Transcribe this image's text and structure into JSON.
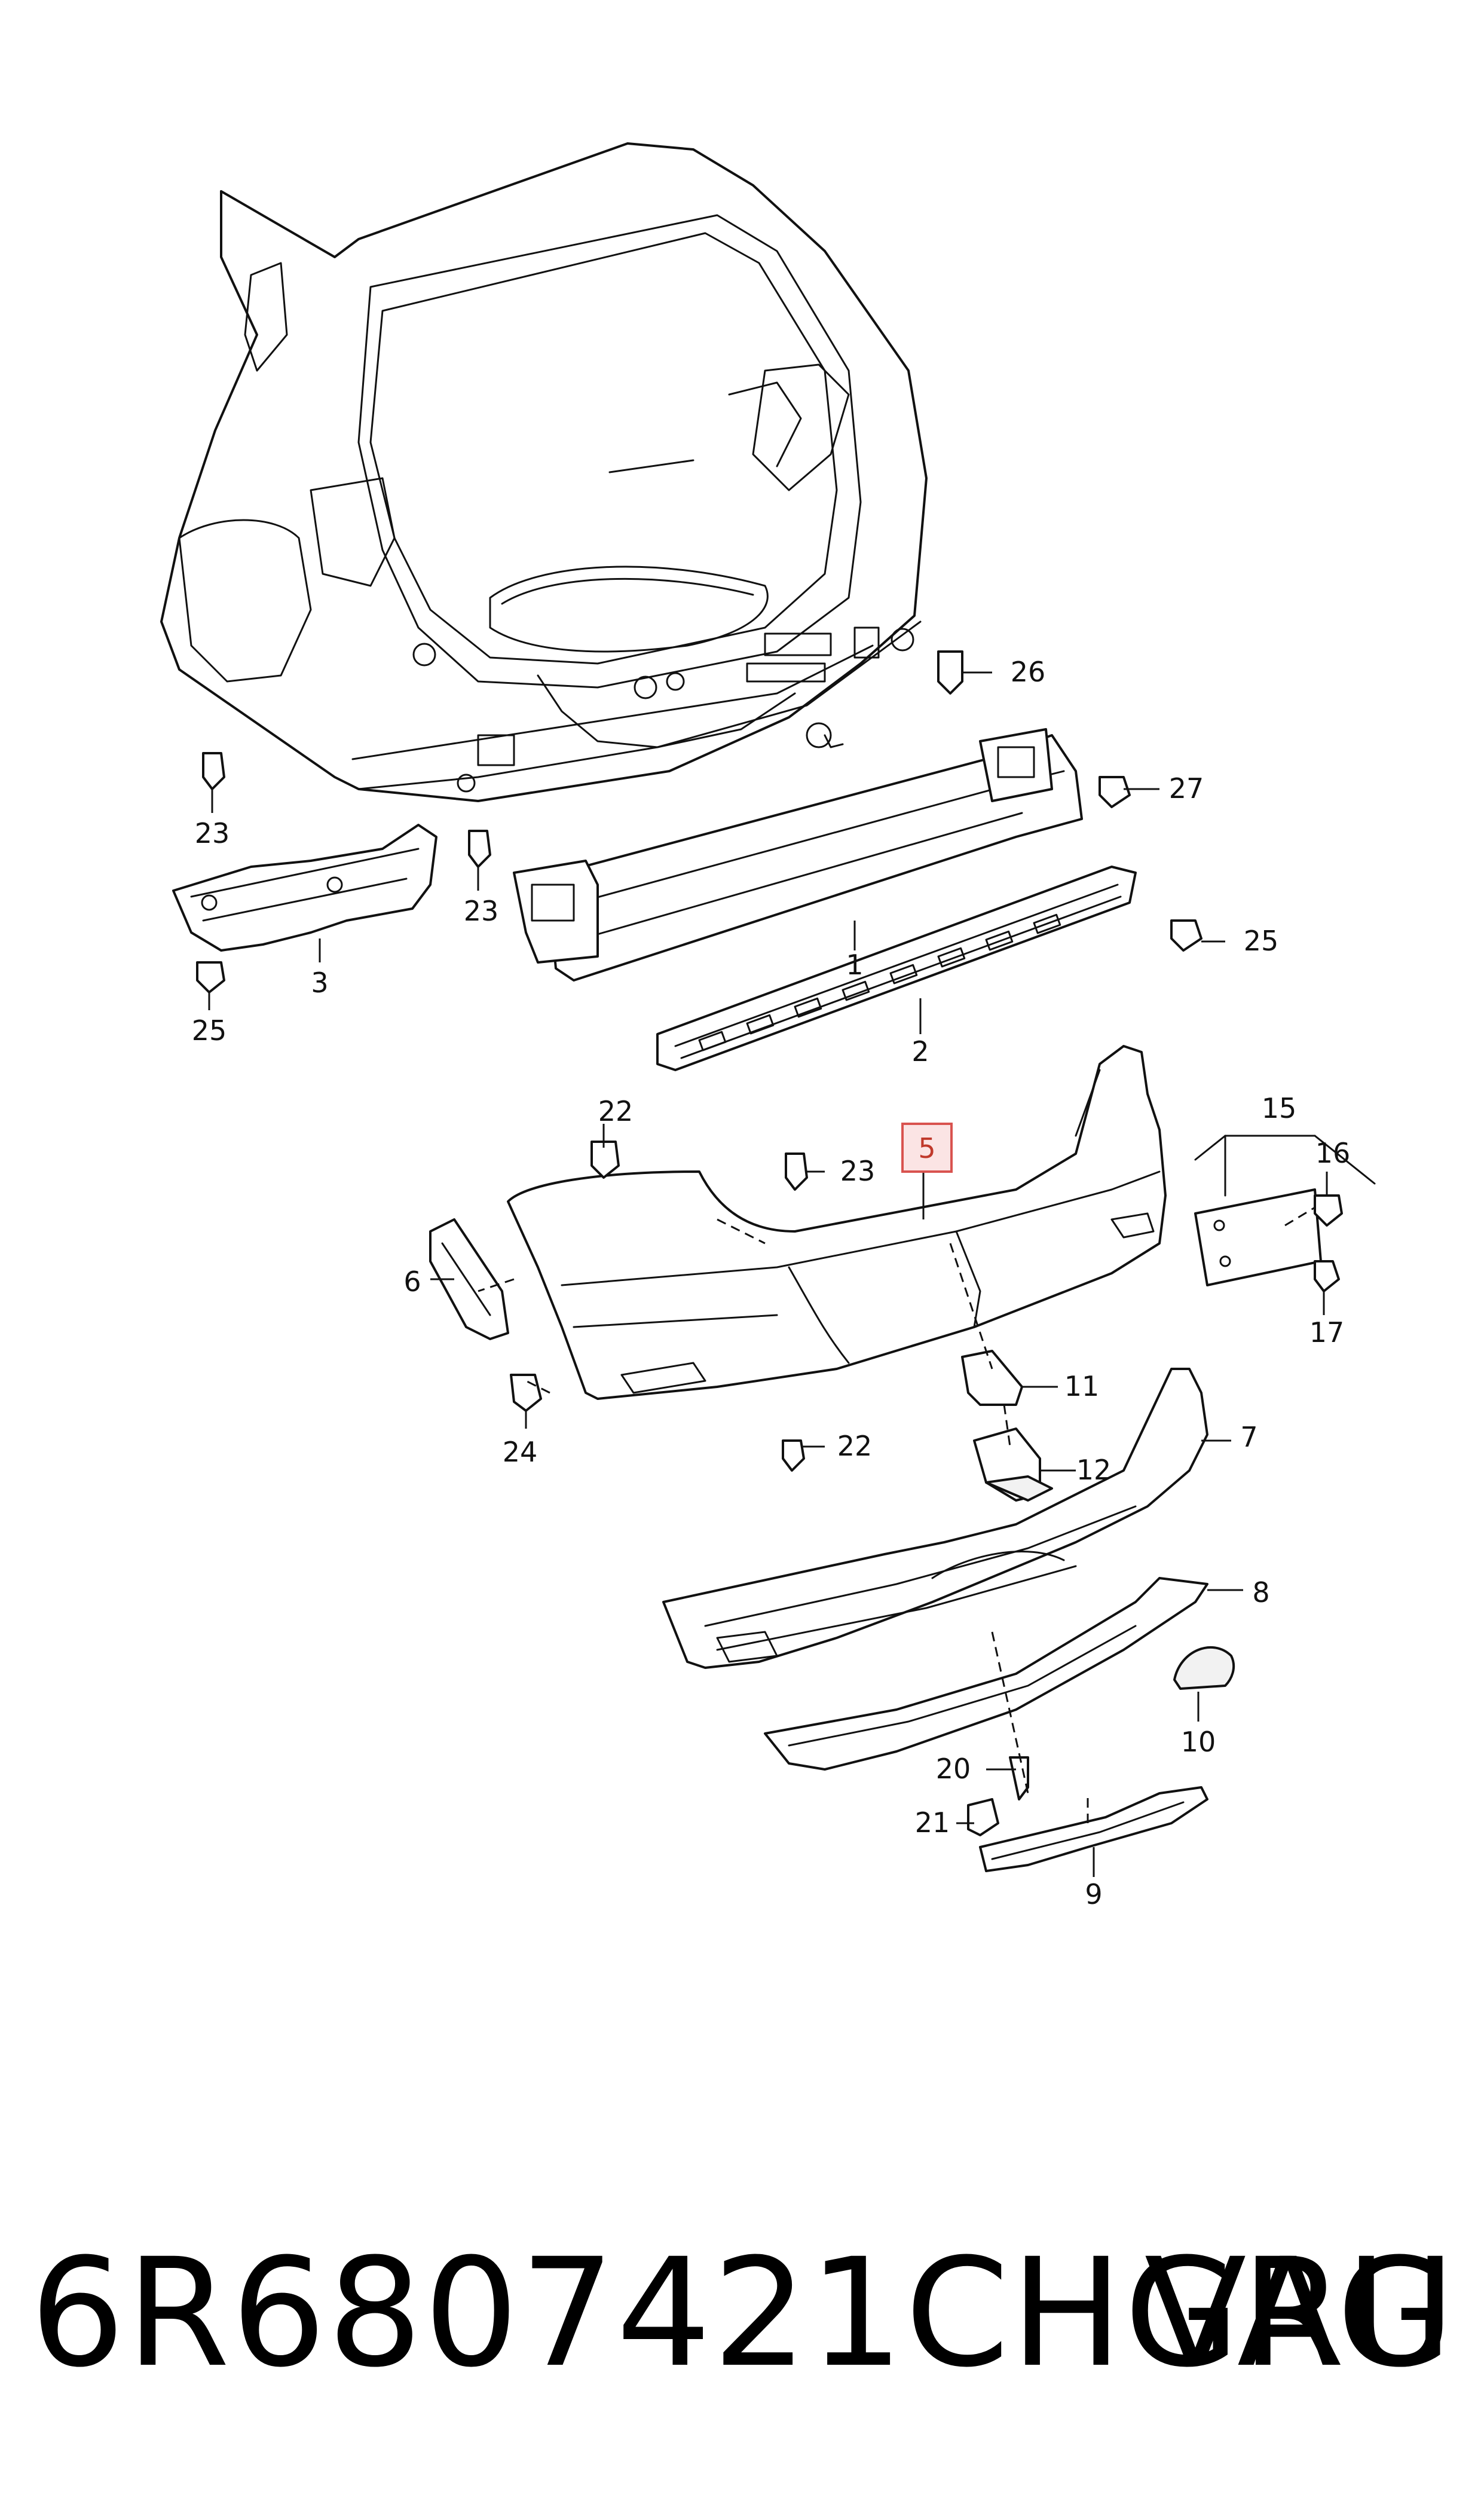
{
  "footer": {
    "part_number": "6R6807421CHGRU",
    "brand": "VAG"
  },
  "highlight": {
    "label": "5",
    "color": "#d9534f"
  },
  "callouts": [
    "1",
    "2",
    "3",
    "6",
    "7",
    "8",
    "9",
    "10",
    "11",
    "12",
    "15",
    "16",
    "17",
    "20",
    "21",
    "22",
    "22",
    "23",
    "23",
    "23",
    "24",
    "25",
    "25",
    "26",
    "27"
  ]
}
